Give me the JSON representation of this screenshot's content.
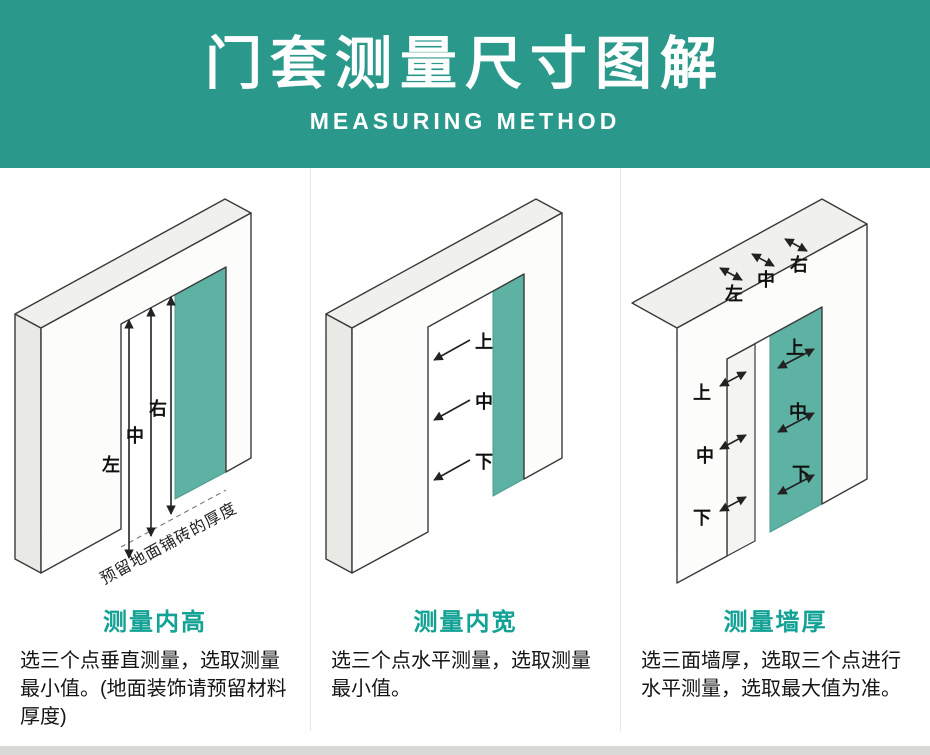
{
  "header": {
    "title": "门套测量尺寸图解",
    "subtitle": "MEASURING METHOD"
  },
  "panels": [
    {
      "caption": "测量内高",
      "description": "选三个点垂直测量，选取测量最小值。(地面装饰请预留材料厚度)",
      "figure": {
        "arrow_labels": [
          "左",
          "中",
          "右"
        ],
        "note": "预留地面铺砖的厚度"
      }
    },
    {
      "caption": "测量内宽",
      "description": "选三个点水平测量，选取测量最小值。",
      "figure": {
        "arrow_labels": [
          "上",
          "中",
          "下"
        ]
      }
    },
    {
      "caption": "测量墙厚",
      "description": "选三面墙厚，选取三个点进行水平测量，选取最大值为准。",
      "figure": {
        "top_labels": [
          "左",
          "中",
          "右"
        ],
        "left_labels": [
          "上",
          "中",
          "下"
        ],
        "panel_labels": [
          "上",
          "中",
          "下"
        ]
      }
    }
  ],
  "colors": {
    "header_bg": "#2a998b",
    "accent_teal": "#12a295",
    "panel_fill": "#5eb2a3"
  }
}
